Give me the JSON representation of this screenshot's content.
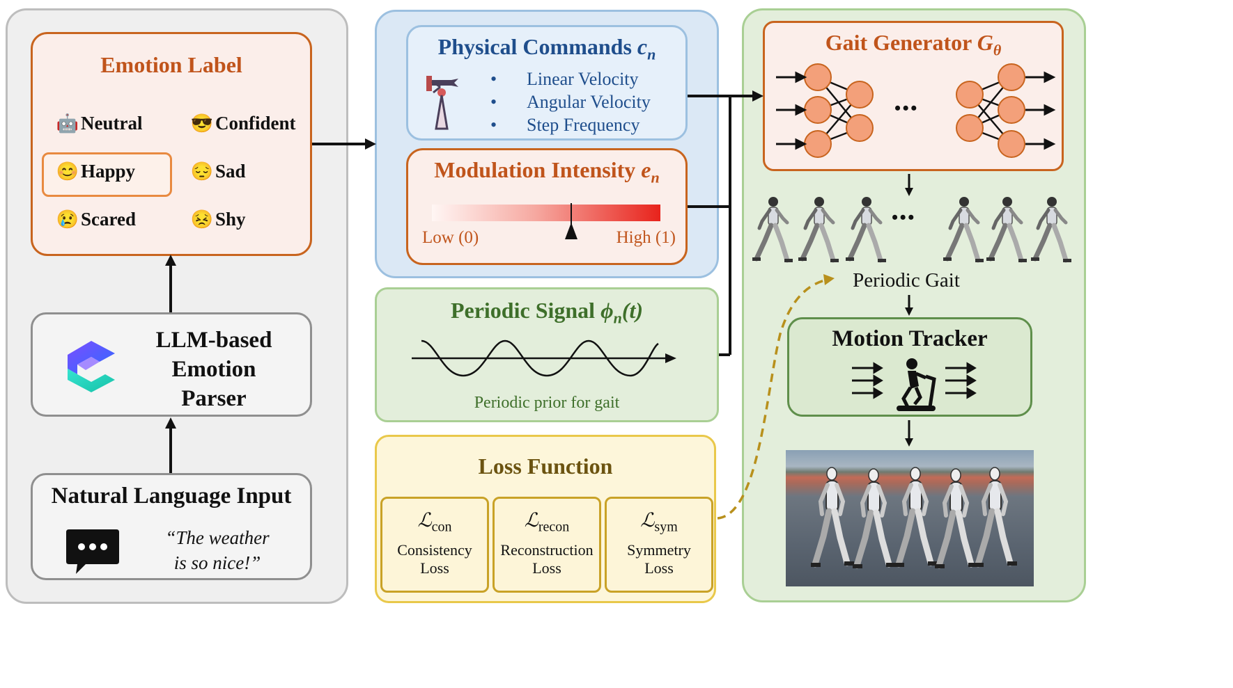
{
  "left_column": {
    "emotion_label": {
      "title": "Emotion Label",
      "items": [
        {
          "label": "Neutral",
          "icon": "robot-face-icon"
        },
        {
          "label": "Confident",
          "icon": "sunglasses-face-icon"
        },
        {
          "label": "Happy",
          "icon": "smiling-face-icon",
          "selected": true
        },
        {
          "label": "Sad",
          "icon": "sad-face-icon"
        },
        {
          "label": "Scared",
          "icon": "crying-face-icon"
        },
        {
          "label": "Shy",
          "icon": "pouting-face-icon"
        }
      ]
    },
    "parser": {
      "line1": "LLM-based",
      "line2": "Emotion",
      "line3": "Parser",
      "logo": "llm-logo-icon"
    },
    "input": {
      "title": "Natural Language Input",
      "quote_line1": "“The weather",
      "quote_line2": "is so nice!”",
      "icon": "chat-bubble-icon"
    }
  },
  "middle_column": {
    "physical_commands": {
      "title": "Physical Commands",
      "symbol": "c",
      "subscript": "n",
      "icon": "wind-vane-icon",
      "items": [
        "Linear Velocity",
        "Angular Velocity",
        "Step Frequency"
      ]
    },
    "modulation": {
      "title": "Modulation Intensity",
      "symbol": "e",
      "subscript": "n",
      "low_label": "Low (0)",
      "high_label": "High (1)",
      "level": 0.61
    },
    "periodic_signal": {
      "title": "Periodic Signal",
      "symbol": "ϕ",
      "subscript": "n",
      "arg": "(t)",
      "caption": "Periodic prior for gait"
    },
    "loss_function": {
      "title": "Loss Function",
      "terms": [
        {
          "symbol": "ℒ",
          "subscript": "con",
          "line1": "Consistency",
          "line2": "Loss"
        },
        {
          "symbol": "ℒ",
          "subscript": "recon",
          "line1": "Reconstruction",
          "line2": "Loss"
        },
        {
          "symbol": "ℒ",
          "subscript": "sym",
          "line1": "Symmetry",
          "line2": "Loss"
        }
      ]
    }
  },
  "right_column": {
    "gait_generator": {
      "title": "Gait Generator",
      "symbol": "G",
      "subscript": "θ",
      "ellipsis": "• • •"
    },
    "periodic_gait": {
      "label": "Periodic Gait",
      "ellipsis": "• • •",
      "figure_icon": "humanoid-robot-walking-icon"
    },
    "motion_tracker": {
      "title": "Motion Tracker",
      "icon": "treadmill-person-icon"
    },
    "photo": {
      "icon": "robots-walking-photo"
    }
  },
  "colors": {
    "orange": "#c8641e",
    "blue_panel": "#dbe8f5",
    "green_panel": "#e3eedb",
    "yellow_panel": "#fdf5d8",
    "node_fill": "#f3a07a",
    "green_text": "#3e6f2a",
    "gold_text": "#6b5310"
  }
}
